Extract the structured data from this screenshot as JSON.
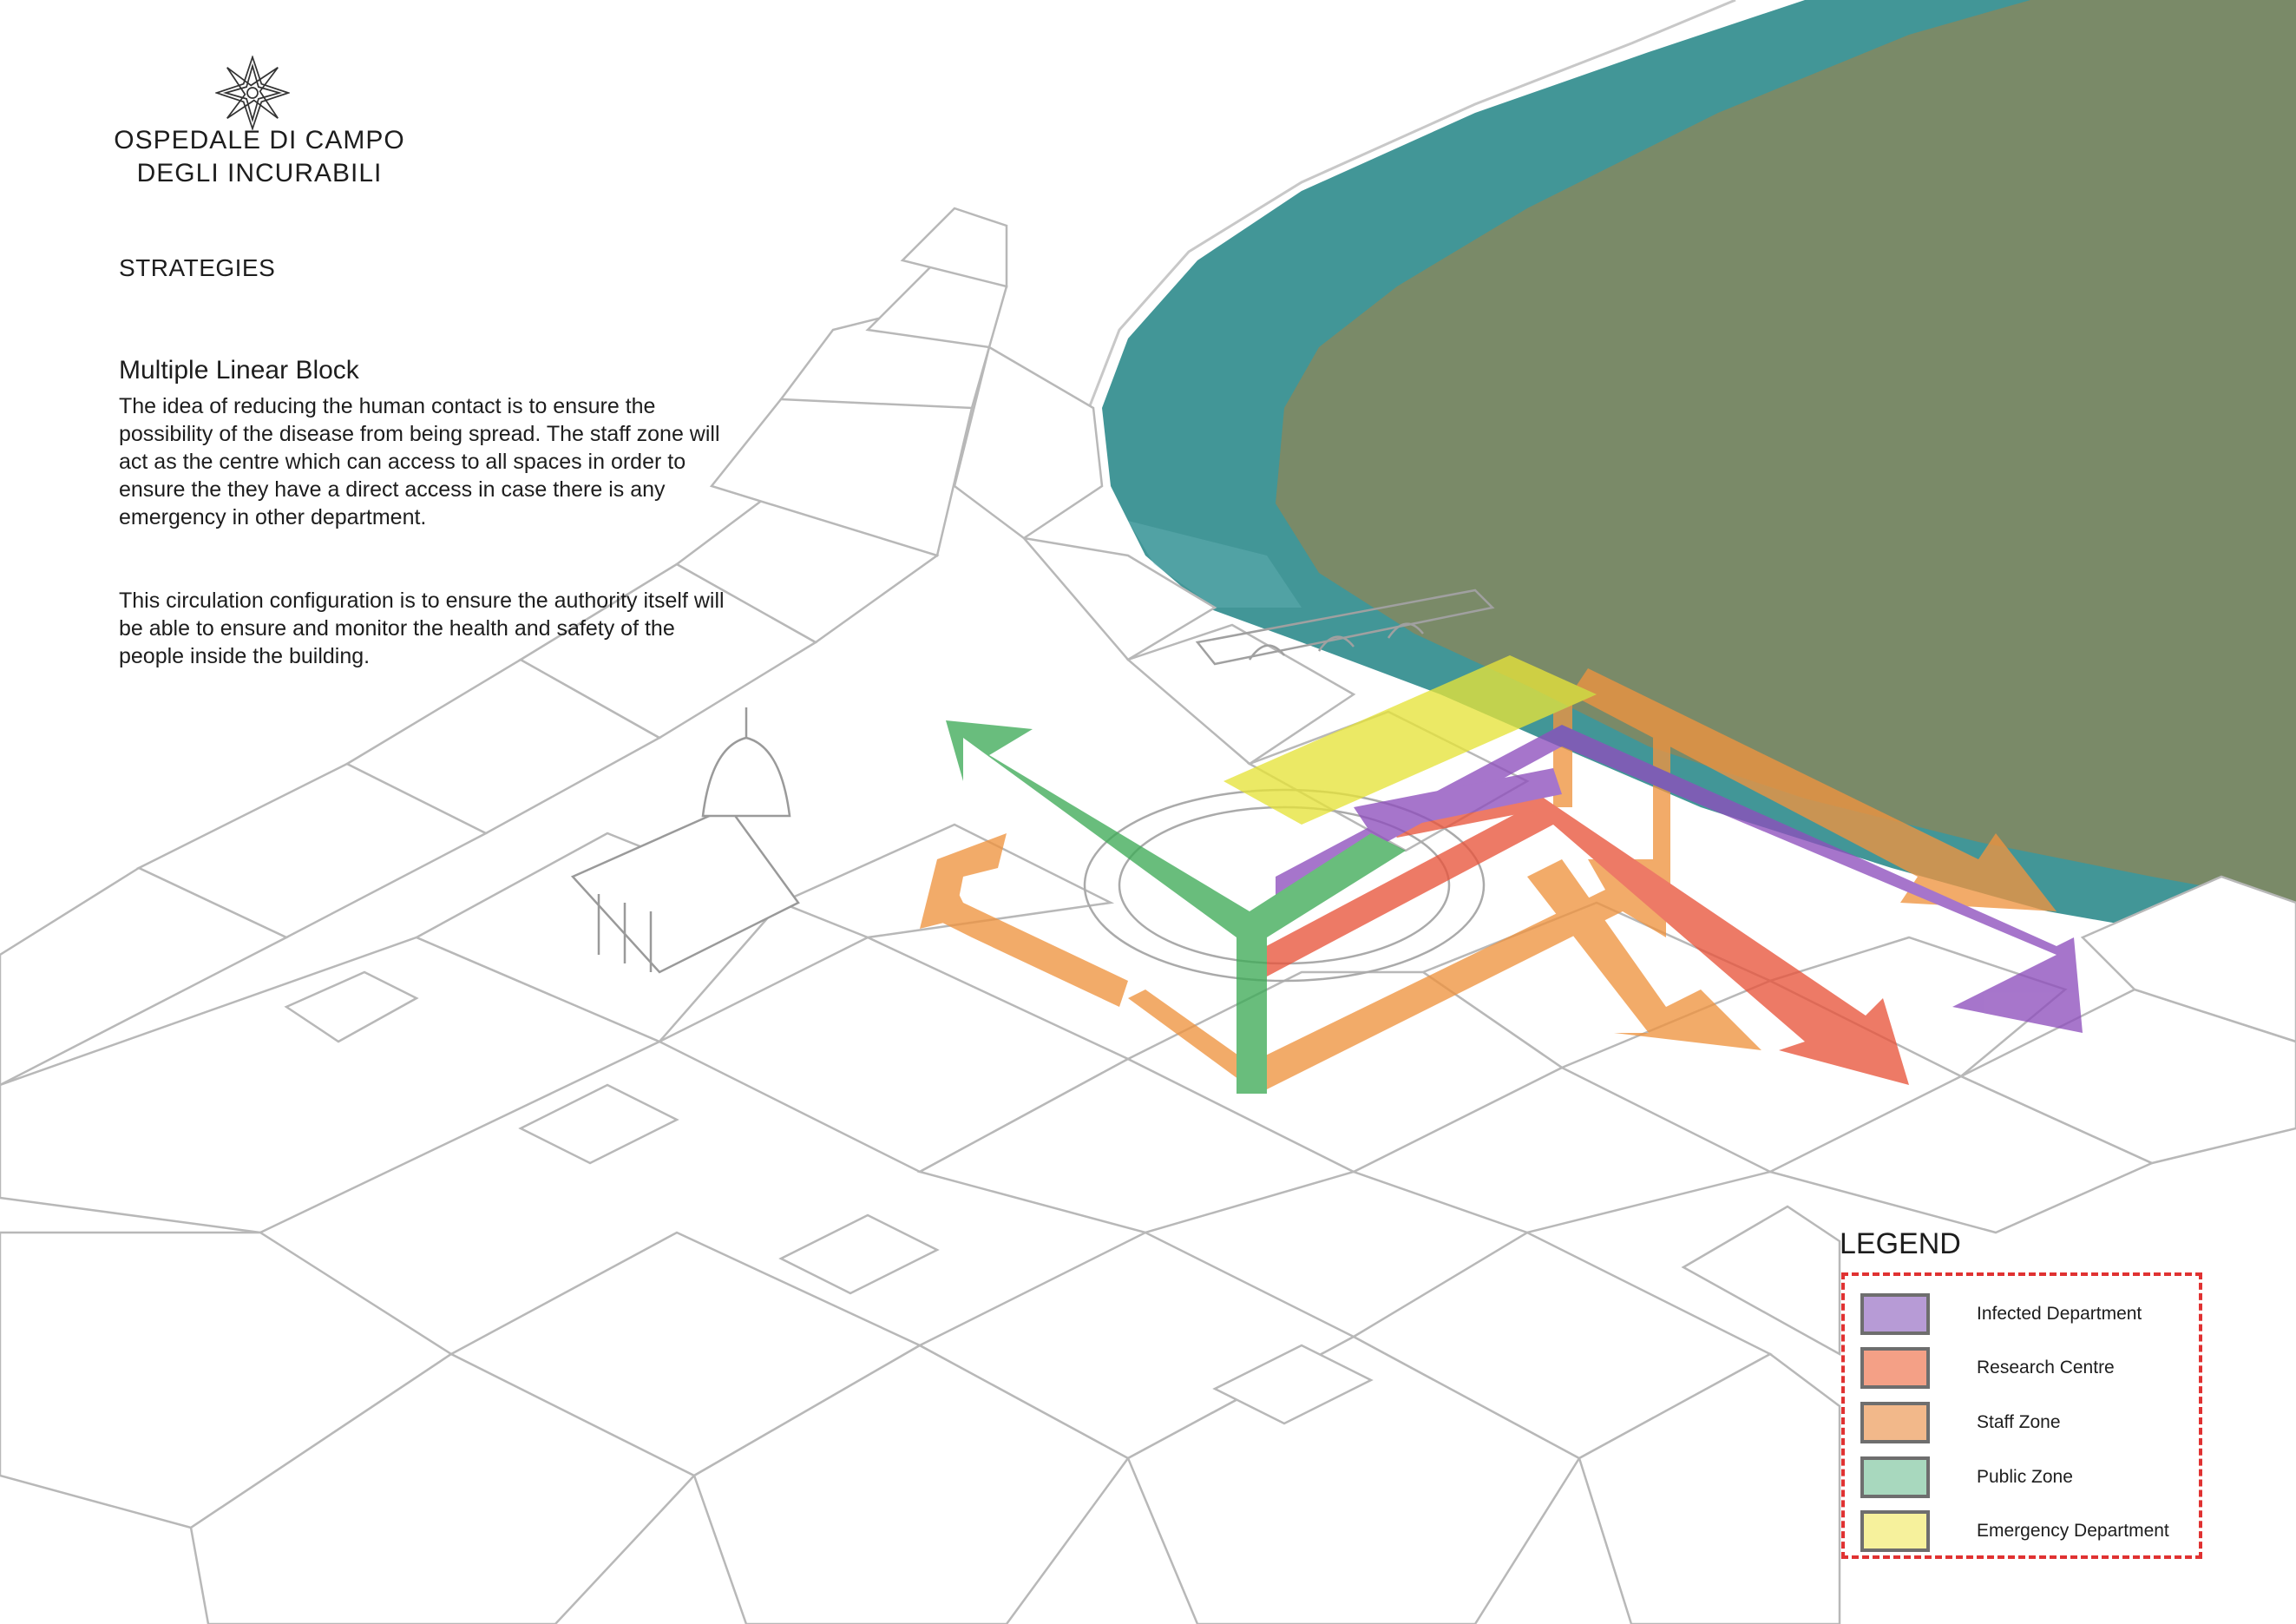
{
  "header": {
    "title_line1": "OSPEDALE DI CAMPO",
    "title_line2": "DEGLI INCURABILI"
  },
  "section_label": "STRATEGIES",
  "strategy": {
    "heading": "Multiple Linear Block",
    "paragraph1": "The idea of reducing the human contact is to ensure the possibility of the disease from being spread. The staff zone will act as the centre which can access to all spaces in order to ensure the they have a direct access in case there is any emergency in other department.",
    "paragraph2": "This circulation configuration is to ensure the authority itself will be able to ensure and monitor the health and safety of the people inside the building."
  },
  "legend": {
    "title": "LEGEND",
    "items": [
      {
        "label": "Infected Department",
        "color": "#b79bd6"
      },
      {
        "label": "Research Centre",
        "color": "#f4a086"
      },
      {
        "label": "Staff Zone",
        "color": "#f2b88a"
      },
      {
        "label": "Public Zone",
        "color": "#a8d8be"
      },
      {
        "label": "Emergency Department",
        "color": "#f6f19c"
      }
    ]
  },
  "colors": {
    "river": "#2e8b8c",
    "land": "#7a8a68",
    "linework": "#b8b8b8",
    "infected": "#8e4fbd",
    "research": "#e8553c",
    "staff": "#ef9440",
    "public": "#3fab58",
    "emergency": "#e6e33a",
    "legend_border": "#e03232"
  },
  "icons": {
    "logo": "compass-star-icon"
  }
}
